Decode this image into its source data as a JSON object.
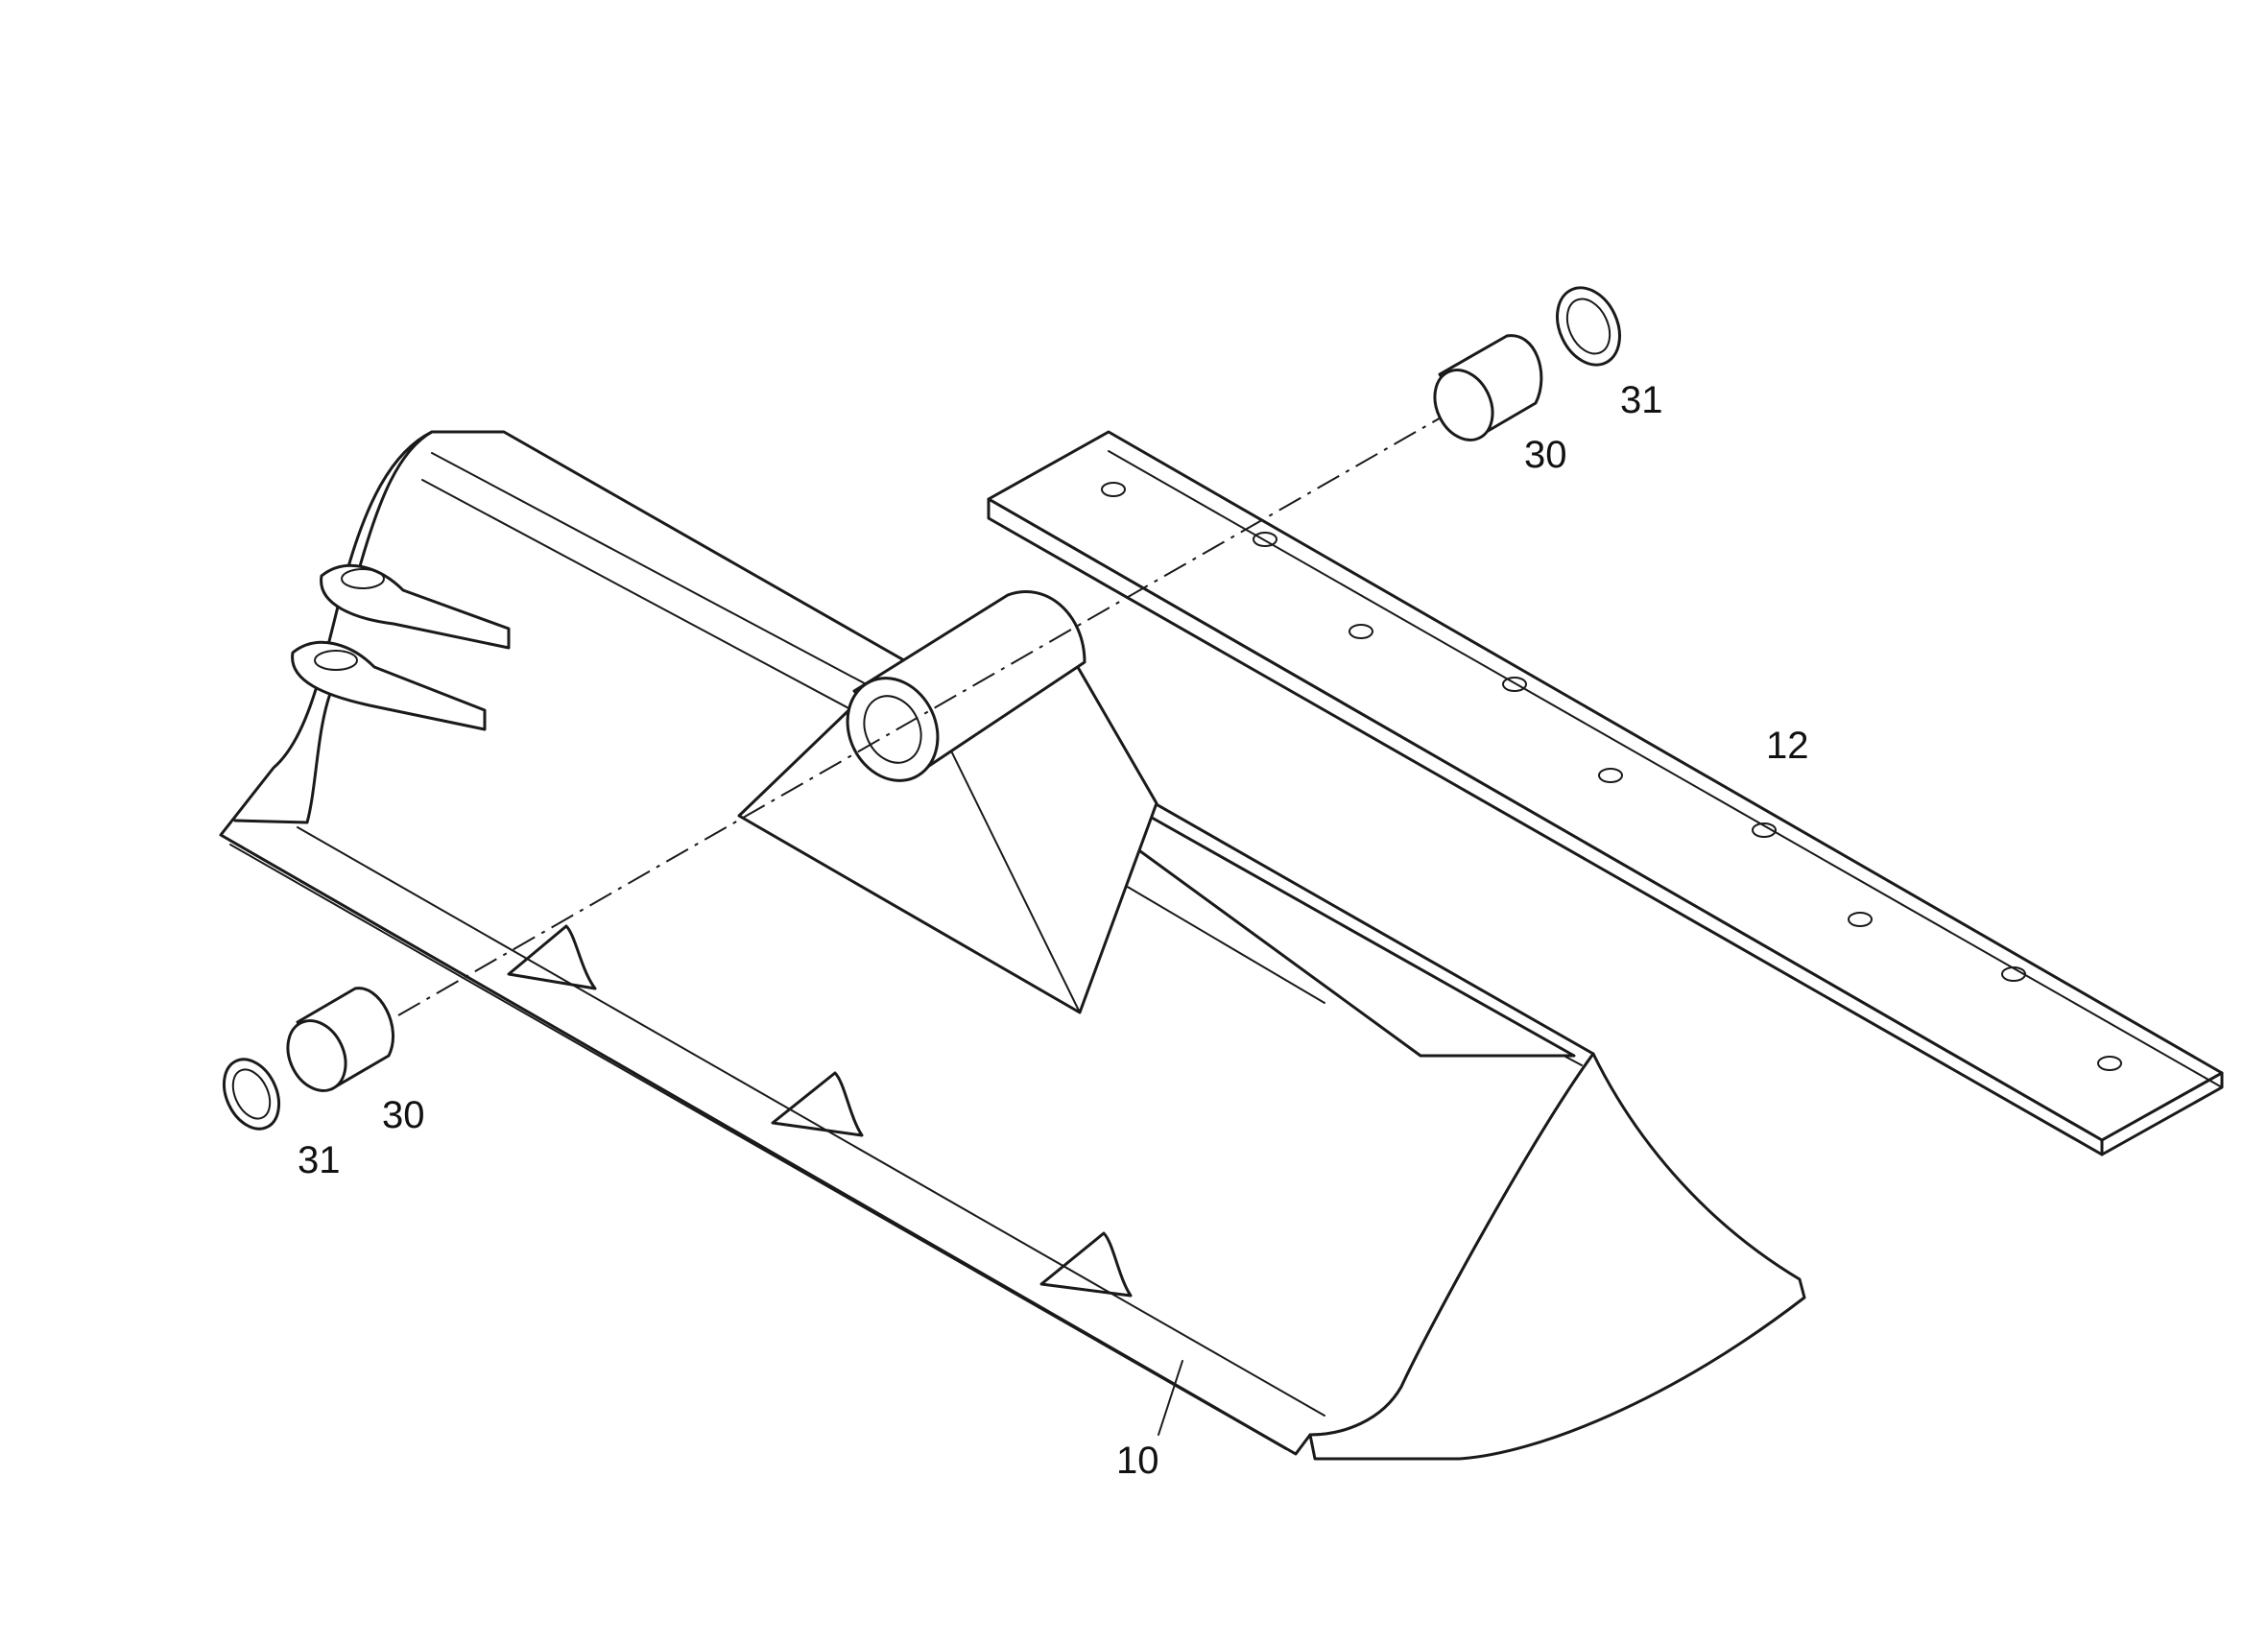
{
  "callouts": {
    "bucket": "10",
    "cutting_edge": "12",
    "bushing_right": "30",
    "seal_right": "31",
    "bushing_left": "30",
    "seal_left": "31"
  },
  "colors": {
    "line": "#1a1a1a",
    "background": "#ffffff"
  }
}
